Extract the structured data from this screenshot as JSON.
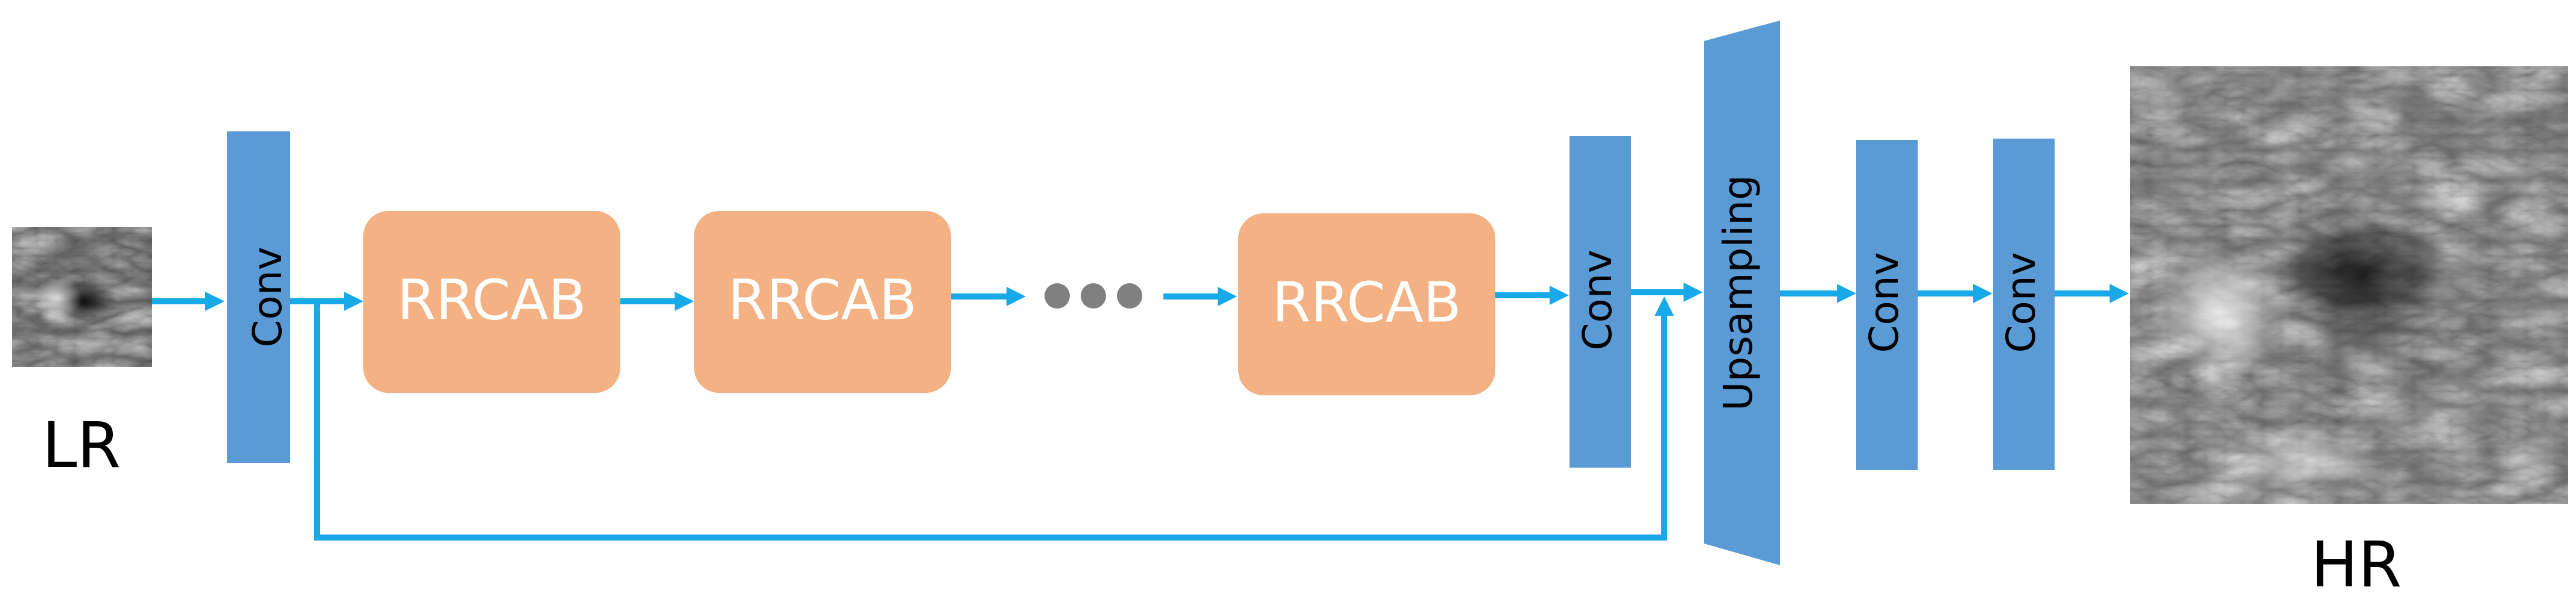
{
  "diagram": {
    "input_label": "LR",
    "output_label": "HR",
    "conv_label": "Conv",
    "rrcab_label": "RRCAB",
    "upsampling_label": "Upsampling",
    "ellipsis": "•••"
  },
  "colors": {
    "conv_fill": "#5b9bd5",
    "rrcab_fill": "#f4b183",
    "arrow": "#18a9e8",
    "dots": "#808080",
    "text_dark": "#000000",
    "text_light": "#ffffff"
  },
  "icons": {
    "lr_image": "solar-image-thumbnail",
    "hr_image": "solar-image-highres"
  }
}
